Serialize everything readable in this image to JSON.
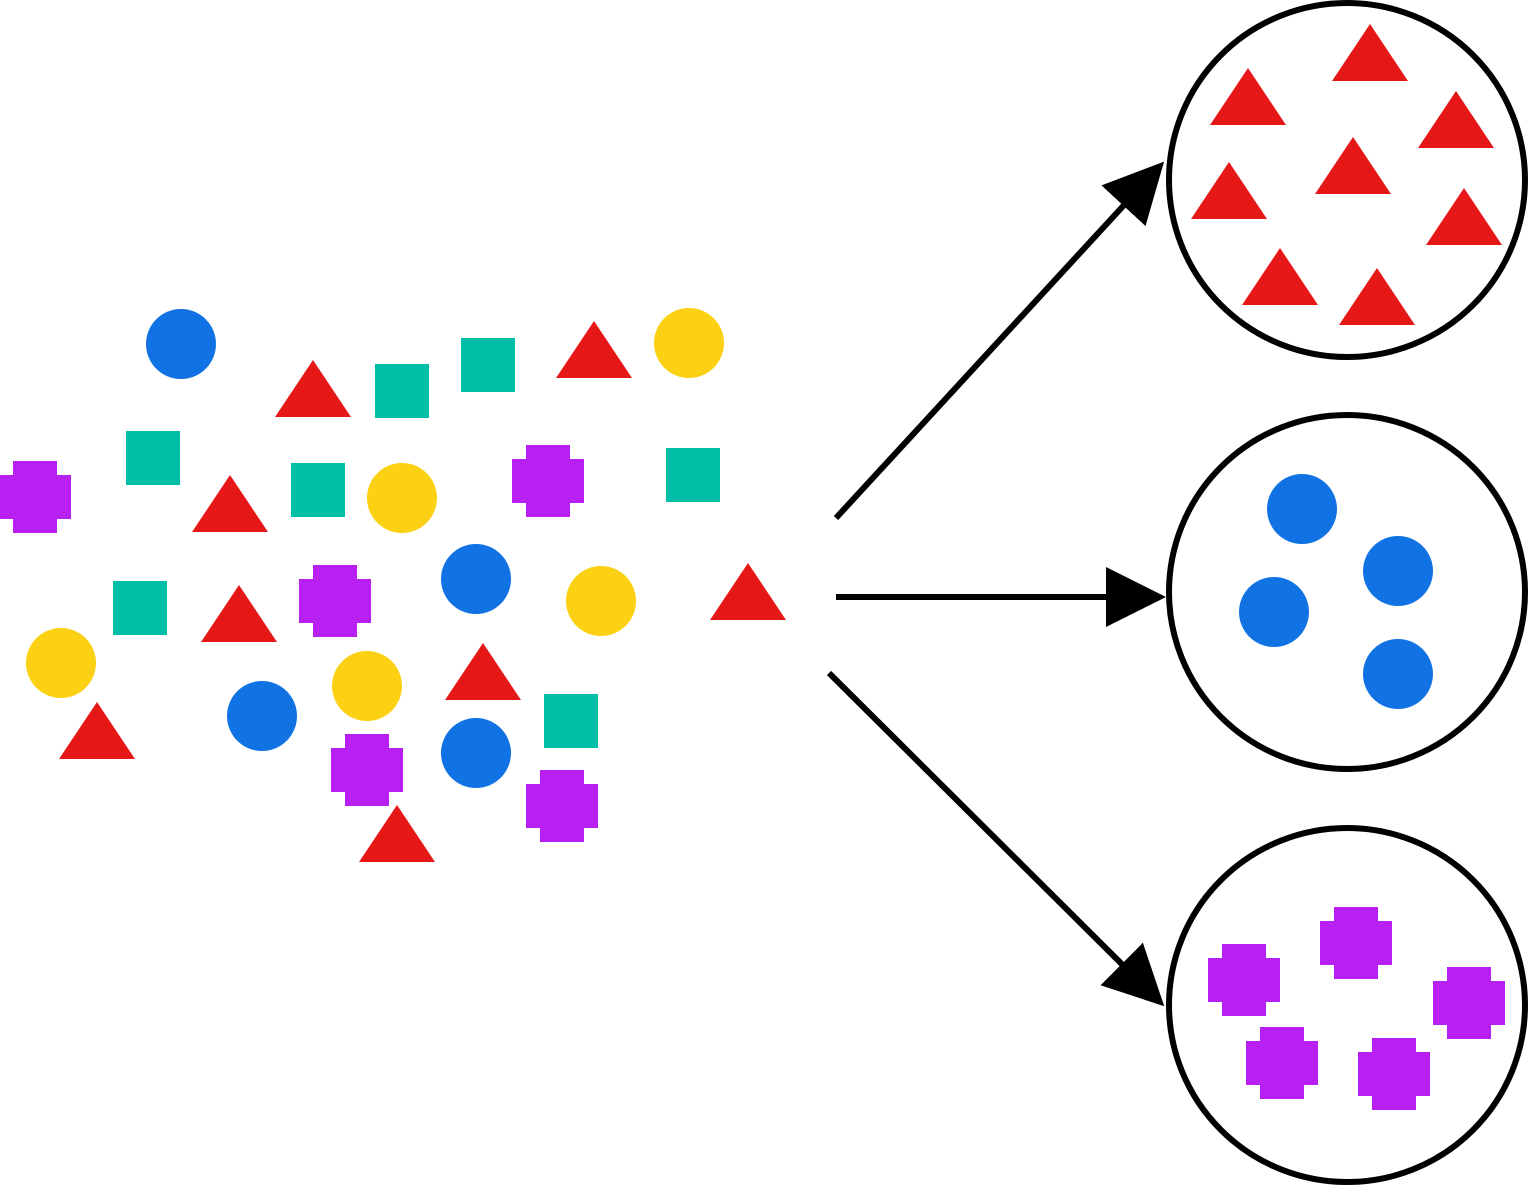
{
  "colors": {
    "triangle": "#e61717",
    "circle": "#1072e3",
    "square": "#00bfa8",
    "yellow_circle": "#fcd113",
    "cross": "#b720f0",
    "outline": "#000000"
  },
  "legend": {
    "triangle_shape": "triangle-icon",
    "circle_shape": "circle-icon",
    "square_shape": "square-icon",
    "cross_shape": "cross-icon"
  },
  "groups": [
    {
      "name": "triangle-group",
      "shape": "triangle",
      "count": 8
    },
    {
      "name": "circle-group",
      "shape": "circle",
      "count": 4
    },
    {
      "name": "cross-group",
      "shape": "cross",
      "count": 5
    }
  ]
}
